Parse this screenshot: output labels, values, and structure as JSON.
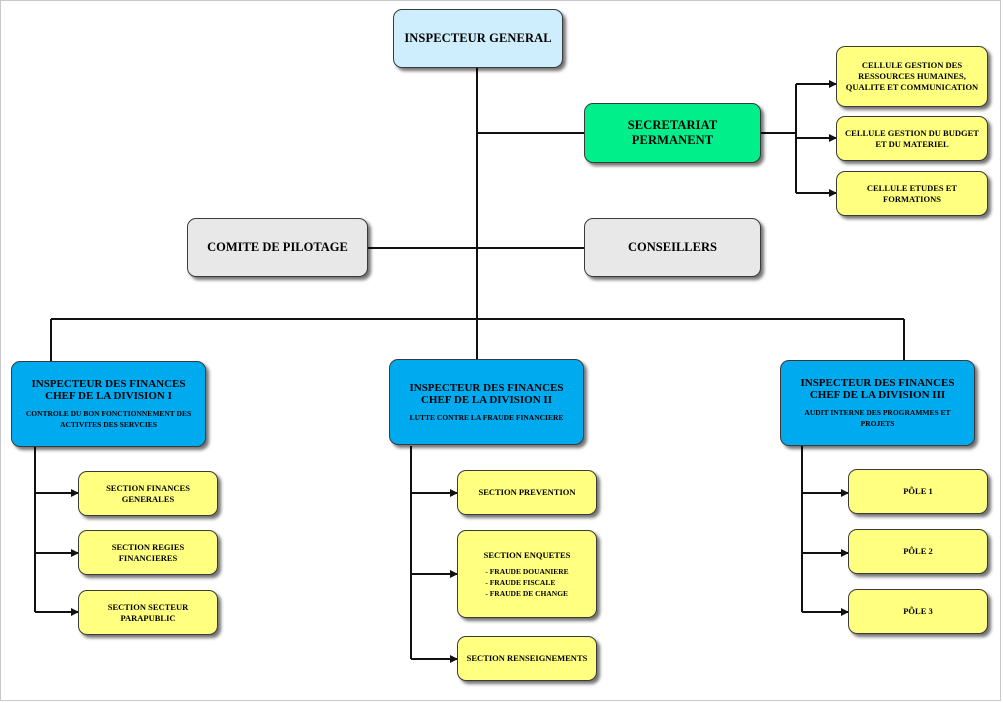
{
  "chart": {
    "top": {
      "title": "INSPECTEUR GENERAL",
      "color": "#cfeefd"
    },
    "secretariat": {
      "title": "SECRETARIAT PERMANENT",
      "color": "#00ef8b"
    },
    "cellules": [
      "CELLULE GESTION DES RESSOURCES HUMAINES, QUALITE ET COMMUNICATION",
      "CELLULE GESTION DU BUDGET ET DU MATERIEL",
      "CELLULE ETUDES ET FORMATIONS"
    ],
    "comite": "COMITE DE PILOTAGE",
    "conseillers": "CONSEILLERS",
    "divisions": [
      {
        "title": "INSPECTEUR DES FINANCES CHEF DE LA DIVISION I",
        "subtitle": "CONTROLE DU BON FONCTIONNEMENT DES ACTIVITES DES SERVCIES",
        "sections": [
          "SECTION FINANCES GENERALES",
          "SECTION REGIES FINANCIERES",
          "SECTION SECTEUR PARAPUBLIC"
        ]
      },
      {
        "title": "INSPECTEUR DES FINANCES CHEF DE LA DIVISION II",
        "subtitle": "LUTTE CONTRE LA FRAUDE FINANCIERE",
        "sections": [
          "SECTION PREVENTION",
          "SECTION ENQUETES",
          "SECTION RENSEIGNEMENTS"
        ],
        "enquetes_items": [
          "- FRAUDE DOUANIERE",
          "- FRAUDE FISCALE",
          "- FRAUDE DE CHANGE"
        ]
      },
      {
        "title": "INSPECTEUR DES FINANCES CHEF DE LA DIVISION III",
        "subtitle": "AUDIT INTERNE DES PROGRAMMES ET PROJETS",
        "sections": [
          "PÔLE 1",
          "PÔLE 2",
          "PÔLE 3"
        ]
      }
    ],
    "colors": {
      "section": "#ffff80",
      "gray": "#e8e8e8",
      "division": "#00aaef",
      "line": "#111111"
    }
  }
}
